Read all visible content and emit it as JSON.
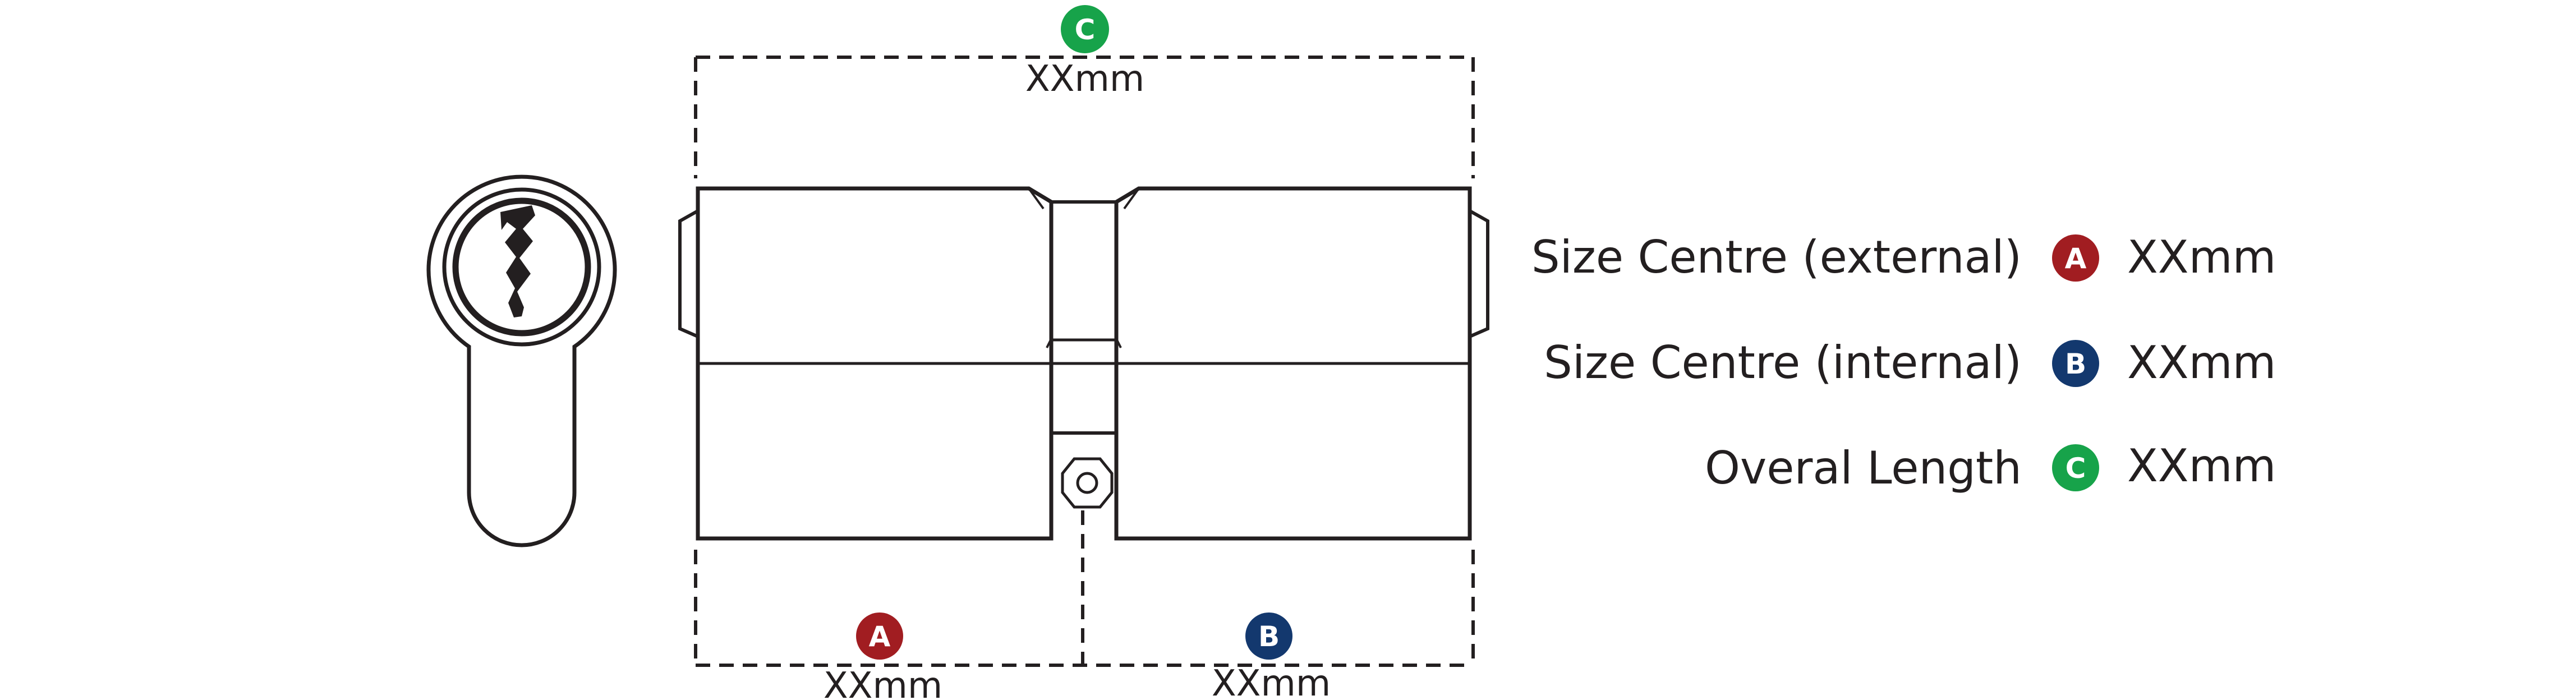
{
  "colors": {
    "line": "#231f20",
    "badge_a": "#a11d21",
    "badge_b": "#13386e",
    "badge_c": "#17a34a",
    "badge_text": "#ffffff"
  },
  "dimensions": {
    "a": {
      "badge": "A",
      "value": "XXmm"
    },
    "b": {
      "badge": "B",
      "value": "XXmm"
    },
    "c": {
      "badge": "C",
      "value": "XXmm"
    }
  },
  "legend": [
    {
      "label": "Size Centre (external)",
      "badge": "A",
      "value": "XXmm",
      "color_key": "badge_a"
    },
    {
      "label": "Size Centre (internal)",
      "badge": "B",
      "value": "XXmm",
      "color_key": "badge_b"
    },
    {
      "label": "Overal Length",
      "badge": "C",
      "value": "XXmm",
      "color_key": "badge_c"
    }
  ]
}
